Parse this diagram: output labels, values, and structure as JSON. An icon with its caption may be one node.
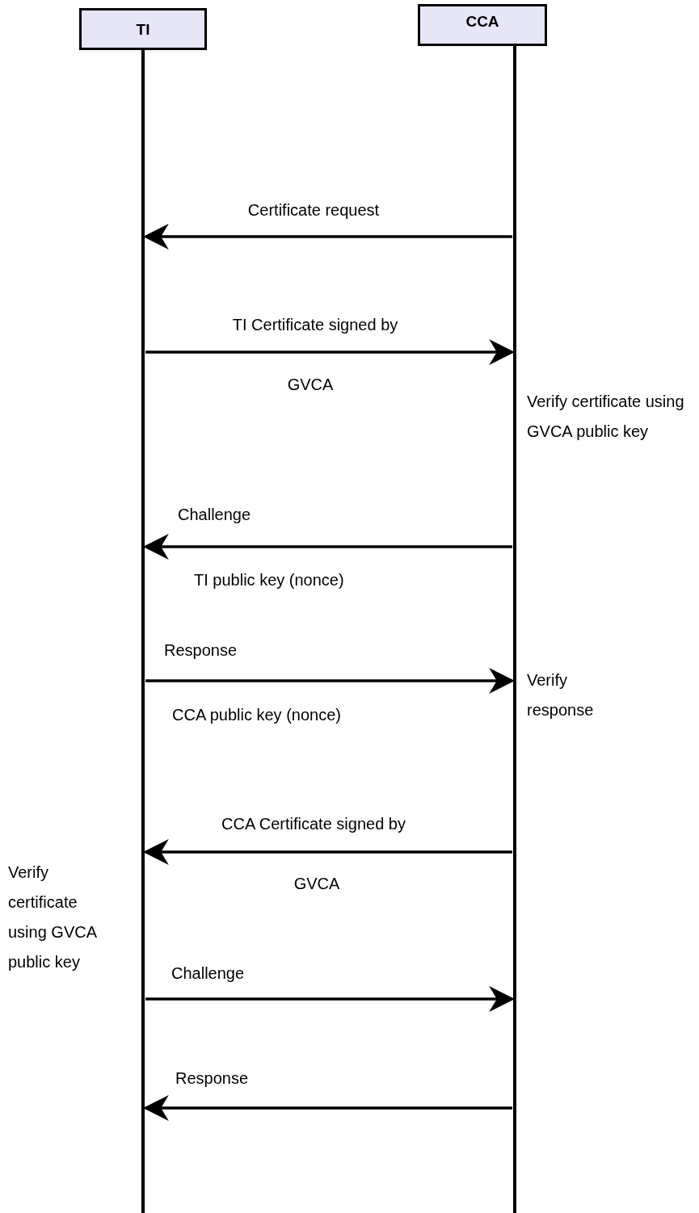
{
  "diagram": {
    "nodes": [
      {
        "text": [
          "TI"
        ]
      },
      {
        "text": [
          "CCA"
        ]
      }
    ],
    "edges": [
      {
        "from": 1,
        "to": 0,
        "arrow": "to",
        "label": "Certificate request"
      },
      {
        "from": 0,
        "to": 1,
        "arrow": "to",
        "label": "TI Certificate signed by"
      },
      {
        "from": 1,
        "to": 0,
        "arrow": "to",
        "label": "Challenge"
      },
      {
        "from": 0,
        "to": 1,
        "arrow": "to",
        "label": "Response"
      },
      {
        "from": 1,
        "to": 0,
        "arrow": "to",
        "label": "CCA Certificate signed by"
      },
      {
        "from": 0,
        "to": 1,
        "arrow": "to",
        "label": "Challenge"
      },
      {
        "from": 1,
        "to": 0,
        "arrow": "to",
        "label": "Response"
      }
    ],
    "labels": [
      "GVCA",
      "Verify certificate using GVCA public key",
      "TI public key (nonce)",
      "Verify response",
      "CCA public key (nonce)",
      "GVCA",
      "Verify certificate using GVCA public key"
    ]
  }
}
